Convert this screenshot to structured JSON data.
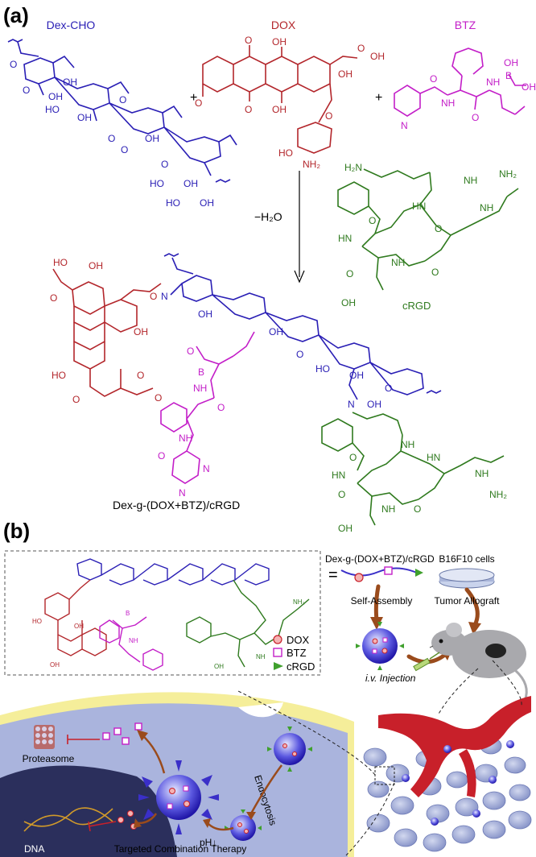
{
  "panel_a": {
    "label": "(a)",
    "reactants": {
      "dex": "Dex-CHO",
      "dox": "DOX",
      "btz": "BTZ"
    },
    "plus": "+",
    "condition": "−H₂O",
    "crgd": "cRGD",
    "product": "Dex-g-(DOX+BTZ)/cRGD",
    "atoms": {
      "oh": "OH",
      "o": "O",
      "ho": "HO",
      "nh2": "NH₂",
      "nh": "NH",
      "h2n": "H₂N",
      "hn": "HN",
      "n": "N",
      "b": "B",
      "oho": "OH"
    }
  },
  "panel_b": {
    "label": "(b)",
    "legend": {
      "dox": "DOX",
      "btz": "BTZ",
      "crgd": "cRGD"
    },
    "equals": "=",
    "conjugate_name": "Dex-g-(DOX+BTZ)/cRGD",
    "cells": "B16F10 cells",
    "self_assembly": "Self-Assembly",
    "allograft": "Tumor Allograft",
    "injection": "i.v. Injection",
    "proteasome": "Proteasome",
    "endocytosis": "Endocytosis",
    "ph": "pH↓",
    "dna": "DNA",
    "therapy": "Targeted Combination Therapy"
  },
  "colors": {
    "dex": "#2a1fb5",
    "dox": "#b3262b",
    "btz": "#c31ec8",
    "crgd": "#2f7a1e",
    "cell": "#a9b4dd",
    "membrane": "#f5ee9a",
    "vessel": "#c8202a"
  }
}
